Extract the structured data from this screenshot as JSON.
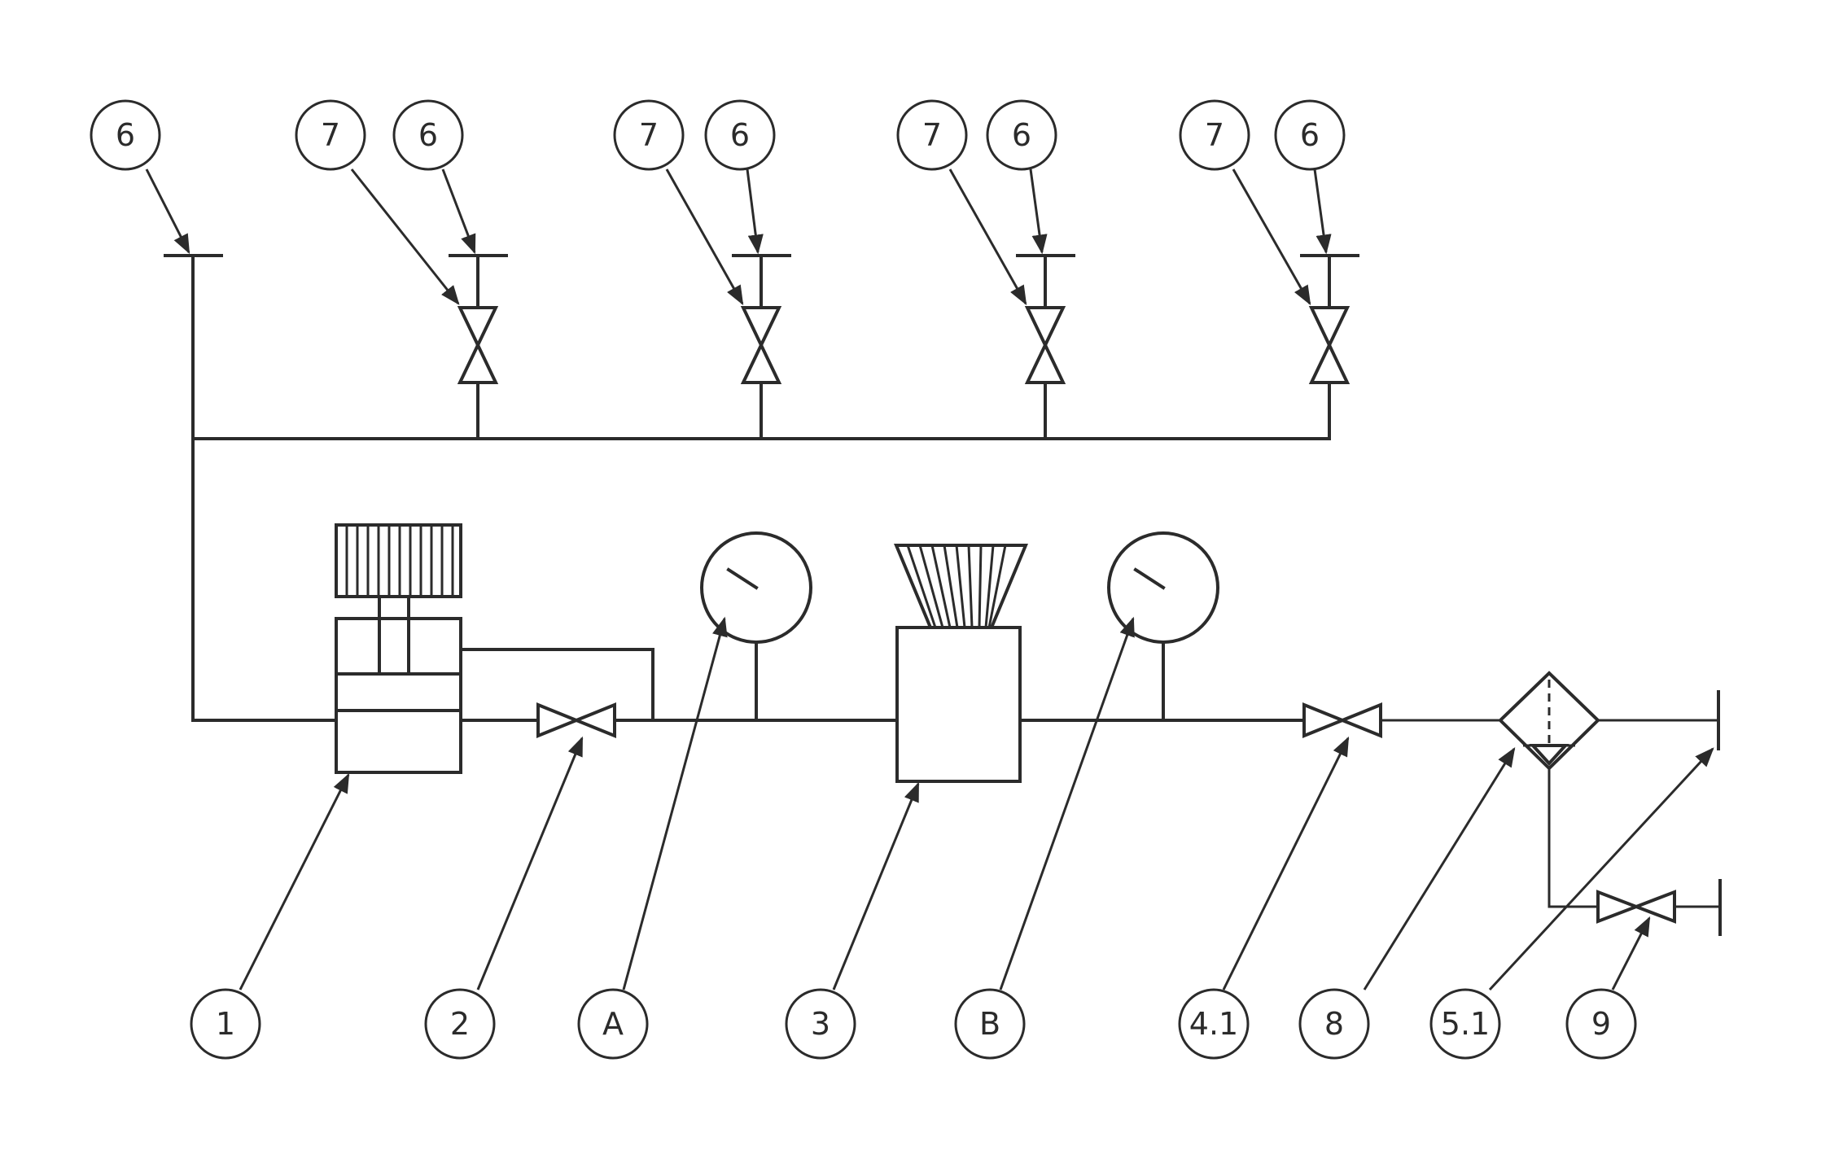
{
  "colors": {
    "line": "#2b2b2b",
    "background": "#ffffff"
  },
  "labels": {
    "top": [
      "6",
      "7",
      "6",
      "7",
      "6",
      "7",
      "6",
      "7",
      "6"
    ],
    "bottom": [
      "1",
      "2",
      "A",
      "3",
      "B",
      "4.1",
      "8",
      "5.1",
      "9"
    ]
  }
}
